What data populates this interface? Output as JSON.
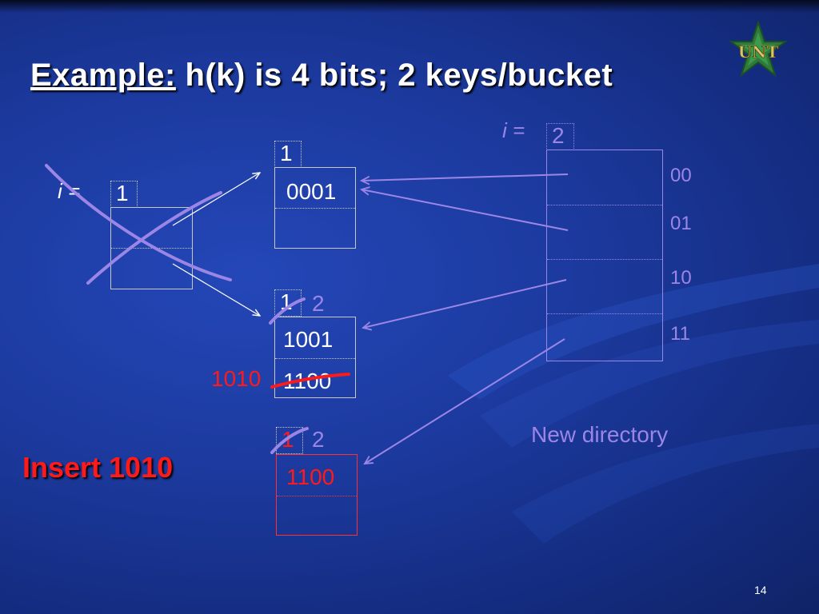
{
  "slide": {
    "title_underlined": "Example:",
    "title_rest": " h(k) is 4 bits; 2 keys/bucket",
    "page_number": "14",
    "insert_label": "Insert 1010"
  },
  "old_directory": {
    "i_label": "i =",
    "i_value": "1"
  },
  "new_directory": {
    "i_label": "i =",
    "i_value": "2",
    "entries": [
      "00",
      "01",
      "10",
      "11"
    ],
    "caption": "New directory"
  },
  "buckets": {
    "a": {
      "depth": "1",
      "keys": [
        "0001",
        ""
      ]
    },
    "b": {
      "depth": "1",
      "new_depth": "2",
      "keys": [
        "1001",
        "1100"
      ],
      "inserted_key": "1010"
    },
    "c": {
      "depth": "1",
      "new_depth": "2",
      "keys": [
        "1100",
        ""
      ]
    }
  },
  "colors": {
    "annotation_purple": "#9b86e6",
    "insert_red": "#ff1a1a",
    "pointer_white": "#ffffff",
    "text_light": "#ffffff"
  }
}
